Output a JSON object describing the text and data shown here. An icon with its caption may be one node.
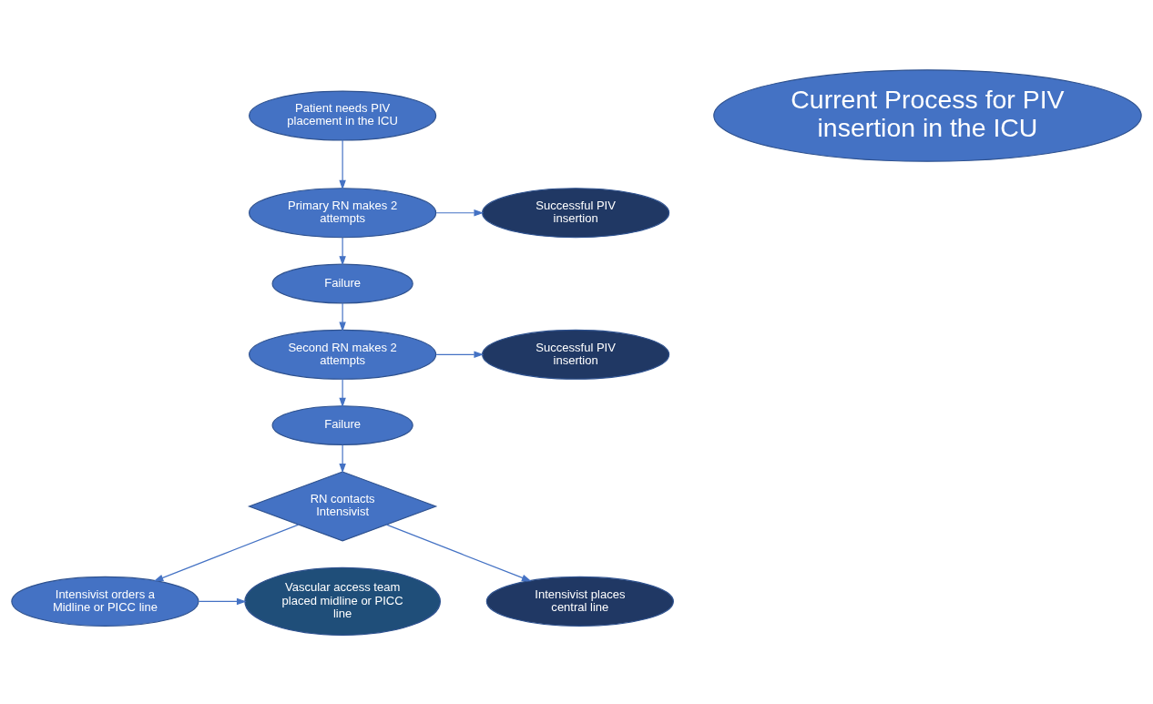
{
  "diagram": {
    "nodes": [
      {
        "text": [
          "Patient needs PIV placement in the ICU"
        ]
      },
      {
        "text": [
          "Primary RN makes 2 attempts"
        ]
      },
      {
        "text": [
          "Successful PIV insertion"
        ]
      },
      {
        "text": [
          "Failure"
        ]
      },
      {
        "text": [
          "Second RN makes 2 attempts"
        ]
      },
      {
        "text": [
          "Successful PIV insertion"
        ]
      },
      {
        "text": [
          "Failure"
        ]
      },
      {
        "text": [
          "RN contacts Intensivist"
        ]
      },
      {
        "text": [
          "Intensivist orders a Midline or PICC line"
        ]
      },
      {
        "text": [
          "Vascular access team placed midline or PICC line"
        ]
      },
      {
        "text": [
          "Intensivist places central line"
        ]
      },
      {
        "text": [
          "Current Process for PIV insertion in the ICU"
        ]
      }
    ],
    "edges": [
      {
        "from": 0,
        "to": 1,
        "arrow": "to"
      },
      {
        "from": 1,
        "to": 2,
        "arrow": "to"
      },
      {
        "from": 1,
        "to": 3,
        "arrow": "to"
      },
      {
        "from": 3,
        "to": 4,
        "arrow": "to"
      },
      {
        "from": 4,
        "to": 5,
        "arrow": "to"
      },
      {
        "from": 4,
        "to": 6,
        "arrow": "to"
      },
      {
        "from": 6,
        "to": 7,
        "arrow": "to"
      },
      {
        "from": 7,
        "to": 8,
        "arrow": "to"
      },
      {
        "from": 8,
        "to": 9,
        "arrow": "to"
      },
      {
        "from": 7,
        "to": 10,
        "arrow": "to"
      }
    ]
  }
}
